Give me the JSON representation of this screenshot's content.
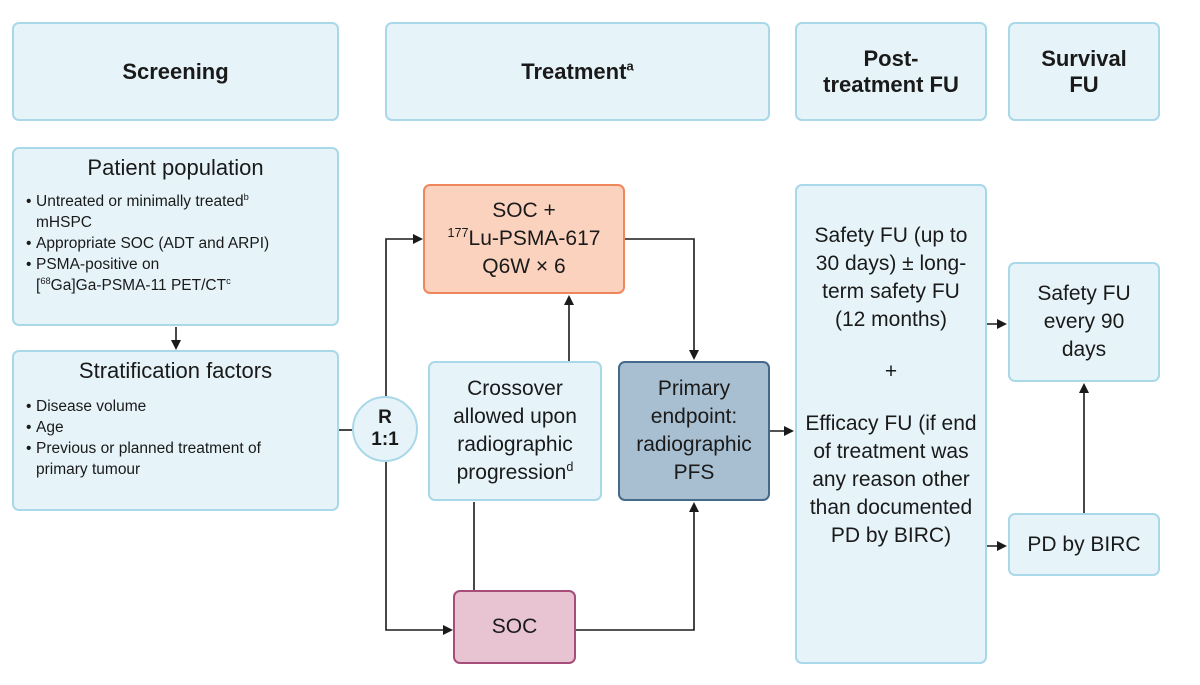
{
  "headers": {
    "screening": "Screening",
    "treatment": "Treatment",
    "treatment_sup": "a",
    "post_treatment_fu": "Post-treatment FU",
    "survival_fu": "Survival FU"
  },
  "patient_population": {
    "title": "Patient population",
    "items": [
      {
        "text": "Untreated or minimally treated",
        "sup": "b",
        "line2": "mHSPC"
      },
      {
        "text": "Appropriate SOC (ADT and ARPI)"
      },
      {
        "text": "PSMA-positive on",
        "line2_pre": "[",
        "line2_sup": "68",
        "line2_post": "Ga]Ga-PSMA-11 PET/CT",
        "line2_sup2": "c"
      }
    ]
  },
  "stratification": {
    "title": "Stratification factors",
    "items": [
      "Disease volume",
      "Age",
      "Previous or planned treatment of primary tumour"
    ]
  },
  "randomization": {
    "line1": "R",
    "line2": "1:1"
  },
  "soc_lu": {
    "line1": "SOC +",
    "line2_sup": "177",
    "line2": "Lu-PSMA-617",
    "line3": "Q6W × 6"
  },
  "crossover": {
    "text": "Crossover allowed upon radiographic progression",
    "sup": "d"
  },
  "primary_endpoint": {
    "text": "Primary endpoint: radiographic PFS"
  },
  "soc": {
    "text": "SOC"
  },
  "post_fu": {
    "safety": "Safety FU (up to 30 days) ± long-term safety FU (12 months)",
    "plus": "+",
    "efficacy": "Efficacy FU (if end of treatment was any reason other than documented PD by BIRC)"
  },
  "survival_safety": {
    "text": "Safety FU every 90 days"
  },
  "pd_birc": {
    "text": "PD by BIRC"
  },
  "colors": {
    "panel_fill": "#e6f4f9",
    "panel_border": "#a9d8e8",
    "lu_fill": "#fbd2be",
    "lu_border": "#f0865c",
    "endpoint_fill": "#a8bfd1",
    "endpoint_border": "#45698a",
    "soc_fill": "#e8c3d2",
    "soc_border": "#a64d79",
    "arrow": "#1a1a1a"
  }
}
